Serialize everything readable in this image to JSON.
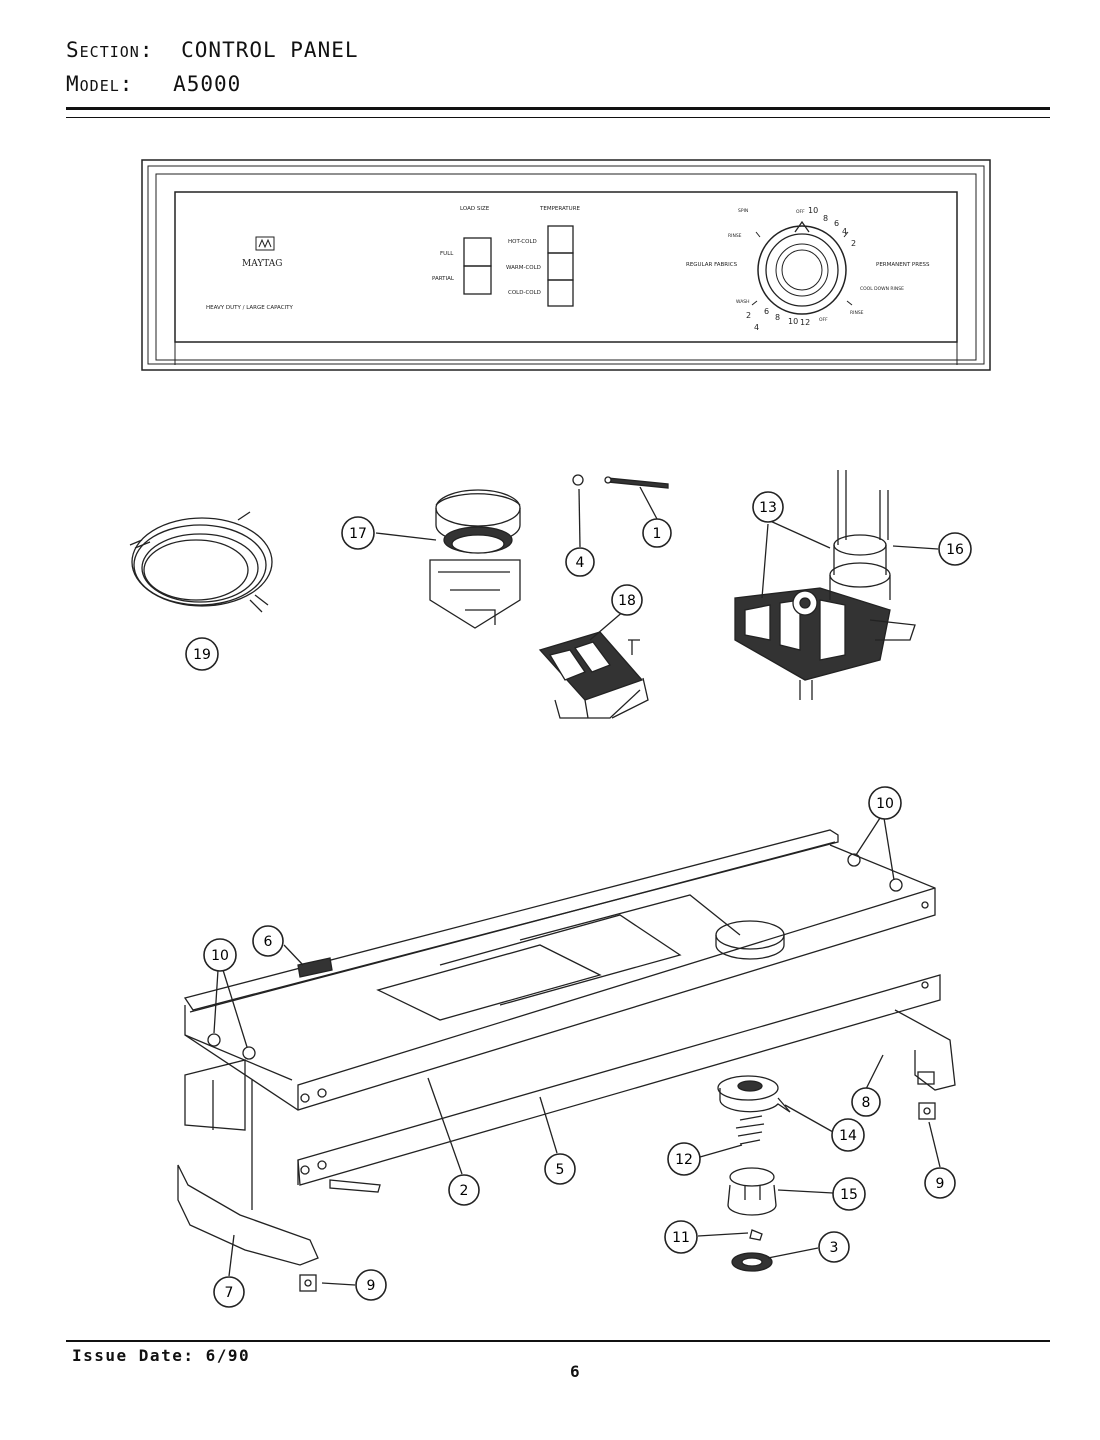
{
  "header": {
    "section_label": "Section:",
    "section_value": "CONTROL PANEL",
    "model_label": "Model:",
    "model_value": "A5000"
  },
  "panel": {
    "brand": "MAYTAG",
    "capacity": "HEAVY DUTY / LARGE CAPACITY",
    "load_size_title": "LOAD SIZE",
    "load_full": "FULL",
    "load_partial": "PARTIAL",
    "temperature_title": "TEMPERATURE",
    "temp_hot_cold": "HOT-COLD",
    "temp_warm_cold": "WARM-COLD",
    "temp_cold_cold": "COLD-COLD",
    "regular_fabrics": "REGULAR FABRICS",
    "permanent_press": "PERMANENT PRESS",
    "dial_numbers": [
      "10",
      "8",
      "6",
      "4",
      "2",
      "2",
      "4",
      "6",
      "8",
      "10",
      "12"
    ],
    "dial_small_labels": [
      "OFF",
      "SPIN",
      "RINSE",
      "WASH",
      "OFF",
      "RINSE",
      "COOL DOWN RINSE"
    ]
  },
  "callouts": [
    {
      "id": "c1",
      "label": "1"
    },
    {
      "id": "c4",
      "label": "4"
    },
    {
      "id": "c17",
      "label": "17"
    },
    {
      "id": "c13",
      "label": "13"
    },
    {
      "id": "c16",
      "label": "16"
    },
    {
      "id": "c18",
      "label": "18"
    },
    {
      "id": "c19",
      "label": "19"
    },
    {
      "id": "c10a",
      "label": "10"
    },
    {
      "id": "c10b",
      "label": "10"
    },
    {
      "id": "c6",
      "label": "6"
    },
    {
      "id": "c8",
      "label": "8"
    },
    {
      "id": "c14",
      "label": "14"
    },
    {
      "id": "c12",
      "label": "12"
    },
    {
      "id": "c15",
      "label": "15"
    },
    {
      "id": "c2",
      "label": "2"
    },
    {
      "id": "c5",
      "label": "5"
    },
    {
      "id": "c9a",
      "label": "9"
    },
    {
      "id": "c11",
      "label": "11"
    },
    {
      "id": "c3",
      "label": "3"
    },
    {
      "id": "c7",
      "label": "7"
    },
    {
      "id": "c9b",
      "label": "9"
    }
  ],
  "footer": {
    "issue_date": "Issue Date: 6/90",
    "page_number": "6"
  }
}
